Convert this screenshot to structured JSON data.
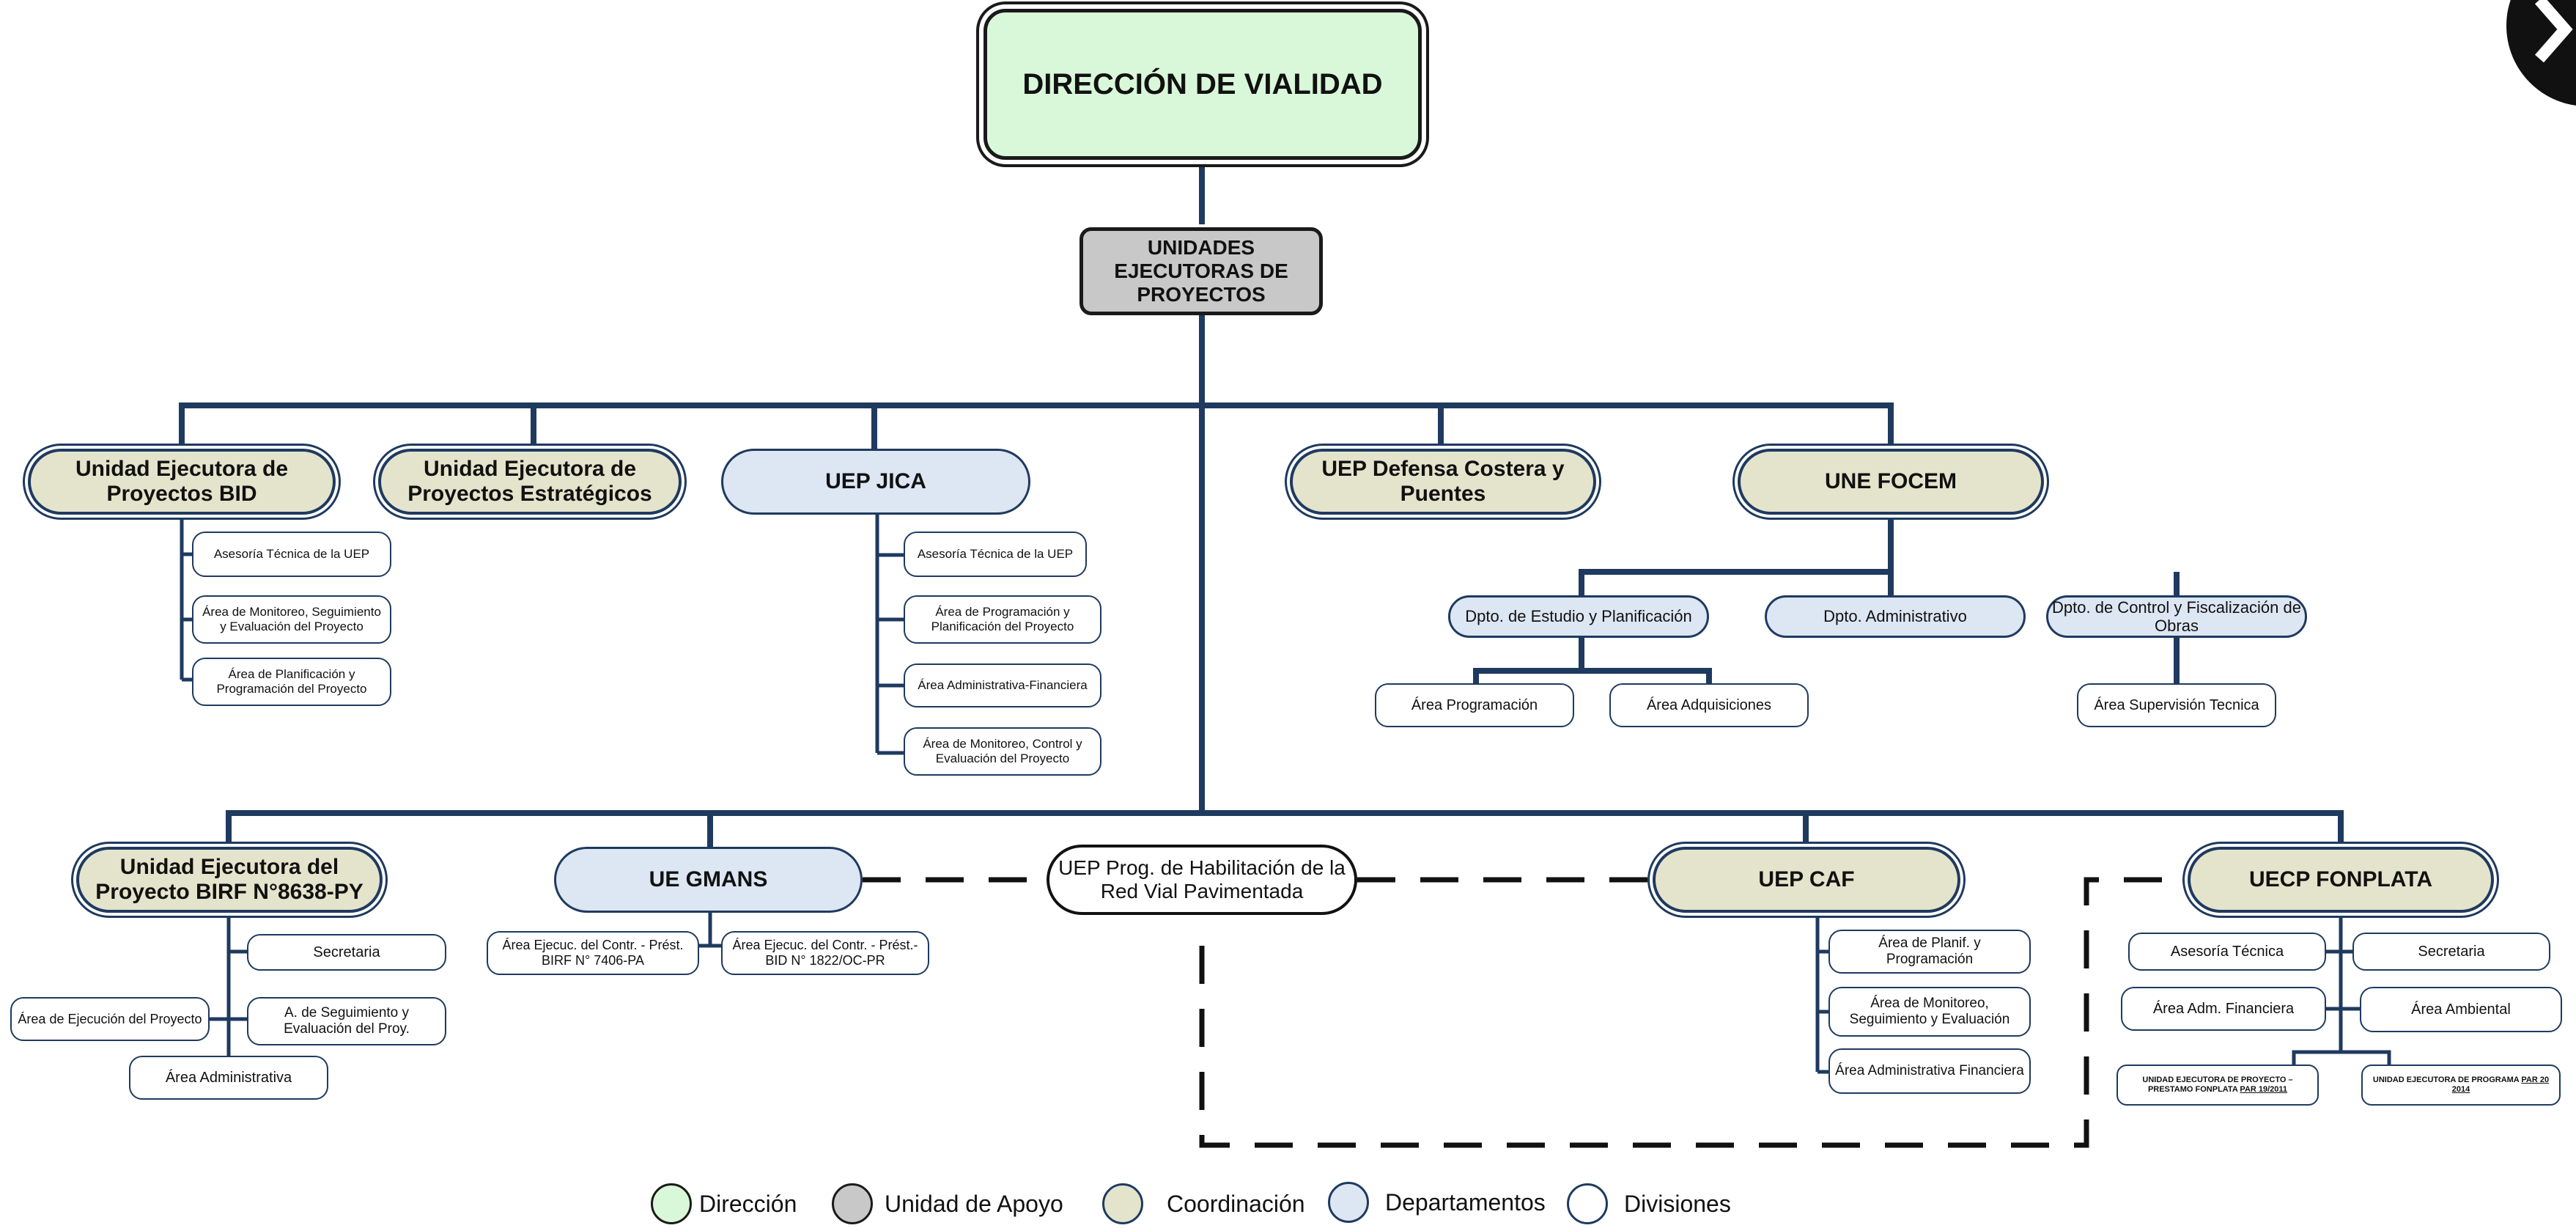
{
  "title": "DIRECCIÓN DE VIALIDAD",
  "apoyo": "UNIDADES EJECUTORAS DE PROYECTOS",
  "units": {
    "bid": "Unidad Ejecutora de Proyectos BID",
    "estrategicos": "Unidad Ejecutora de Proyectos Estratégicos",
    "jica": "UEP JICA",
    "defensa": "UEP Defensa Costera y Puentes",
    "focem": "UNE FOCEM",
    "birf": "Unidad Ejecutora del Proyecto BIRF N°8638-PY",
    "gmans": "UE GMANS",
    "habilitacion": "UEP Prog. de Habilitación de la Red Vial Pavimentada",
    "caf": "UEP CAF",
    "fonplata": "UECP FONPLATA"
  },
  "bid_divisions": [
    "Asesoría Técnica de la UEP",
    "Área de Monitoreo, Seguimiento y Evaluación del Proyecto",
    "Área de Planificación y Programación del Proyecto"
  ],
  "jica_divisions": [
    "Asesoría Técnica de la UEP",
    "Área de Programación y Planificación del Proyecto",
    "Área Administrativa-Financiera",
    "Área de Monitoreo, Control y Evaluación del Proyecto"
  ],
  "focem_depts": [
    "Dpto. de Estudio y Planificación",
    "Dpto. Administrativo",
    "Dpto. de Control y Fiscalización de Obras"
  ],
  "focem_divisions": [
    "Área Programación",
    "Área Adquisiciones",
    "Área Supervisión Tecnica"
  ],
  "birf_divisions": [
    "Secretaria",
    "Área de Ejecución del Proyecto",
    "A. de Seguimiento y Evaluación del Proy.",
    "Área Administrativa"
  ],
  "gmans_divisions": [
    "Área Ejecuc. del Contr. - Prést. BIRF N° 7406-PA",
    "Área Ejecuc. del Contr. - Prést.- BID N° 1822/OC-PR"
  ],
  "caf_divisions": [
    "Área de Planif. y Programación",
    "Área de Monitoreo, Seguimiento y Evaluación",
    "Área Administrativa Financiera"
  ],
  "fonplata_divisions": [
    "Asesoría Técnica",
    "Secretaria",
    "Área Adm. Financiera",
    "Área Ambiental"
  ],
  "fonplata_sub": {
    "left_a": "UNIDAD EJECUTORA DE PROYECTO –",
    "left_b": "PRESTAMO FONPLATA ",
    "left_c": "PAR 19/2011",
    "right_a": "UNIDAD EJECUTORA DE PROGRAMA ",
    "right_b": "PAR 20",
    "right_c": "2014"
  },
  "legend": [
    "Dirección",
    "Unidad de Apoyo",
    "Coordinación",
    "Departamentos",
    "Divisiones"
  ],
  "colors": {
    "direccion": "#d9f7d9",
    "apoyo": "#c8c8c8",
    "coordinacion": "#e4e4cc",
    "departamentos": "#dde6f3",
    "divisiones": "#ffffff",
    "lines": "#1f3a5f"
  }
}
